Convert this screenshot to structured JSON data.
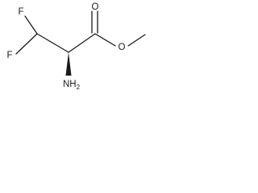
{
  "molecule": {
    "atoms": {
      "fluorine_top": "F",
      "fluorine_bottom": "F",
      "carbonyl_oxygen": "O",
      "ester_oxygen": "O",
      "amino_group": "NH",
      "amino_subscript": "2"
    }
  },
  "colors": {
    "bond": "#1a1a1a",
    "background": "#ffffff"
  }
}
